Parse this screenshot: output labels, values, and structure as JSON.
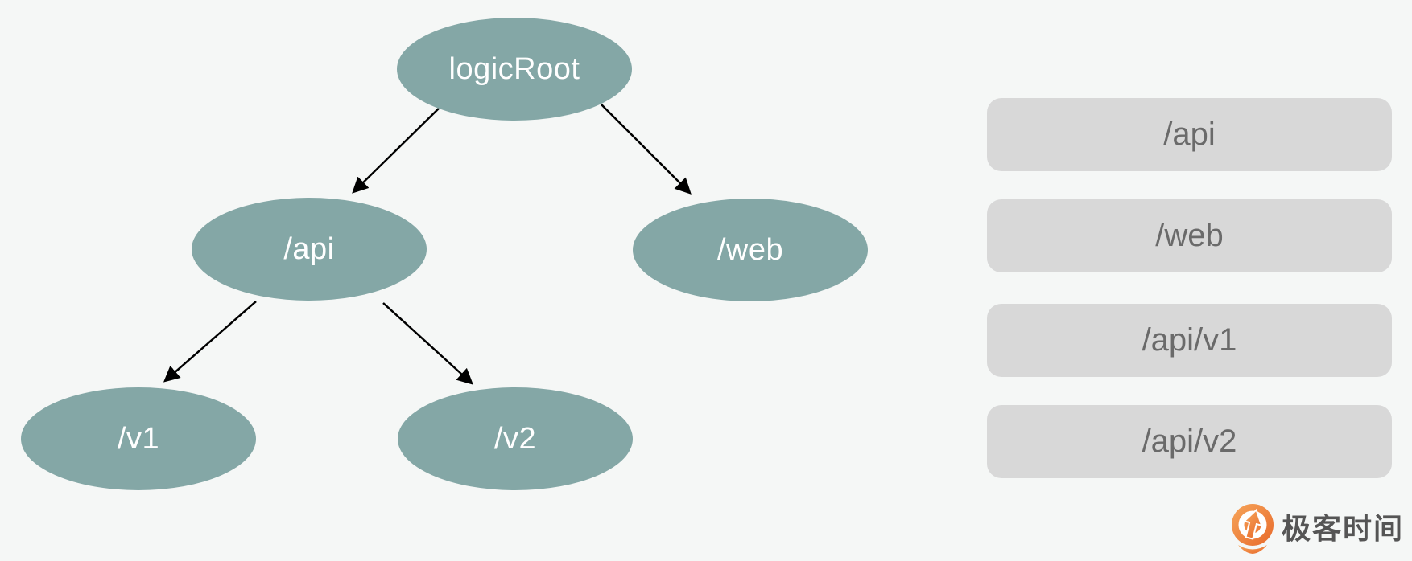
{
  "diagram": {
    "tree": {
      "nodes": [
        {
          "id": "logicRoot",
          "label": "logicRoot"
        },
        {
          "id": "api",
          "label": "/api"
        },
        {
          "id": "web",
          "label": "/web"
        },
        {
          "id": "v1",
          "label": "/v1"
        },
        {
          "id": "v2",
          "label": "/v2"
        }
      ],
      "edges": [
        {
          "from": "logicRoot",
          "to": "api"
        },
        {
          "from": "logicRoot",
          "to": "web"
        },
        {
          "from": "api",
          "to": "v1"
        },
        {
          "from": "api",
          "to": "v2"
        }
      ]
    },
    "path_list": {
      "items": [
        {
          "label": "/api"
        },
        {
          "label": "/web"
        },
        {
          "label": "/api/v1"
        },
        {
          "label": "/api/v2"
        }
      ]
    }
  },
  "branding": {
    "logo_text": "极客时间"
  },
  "colors": {
    "background": "#f5f7f6",
    "node_fill": "#84a7a6",
    "node_text": "#ffffff",
    "edge": "#000000",
    "box_fill": "#d8d8d8",
    "box_text": "#6a6a6a",
    "brand_text": "#555555",
    "brand_orange_light": "#f6a55a",
    "brand_orange_dark": "#e86a2b"
  }
}
